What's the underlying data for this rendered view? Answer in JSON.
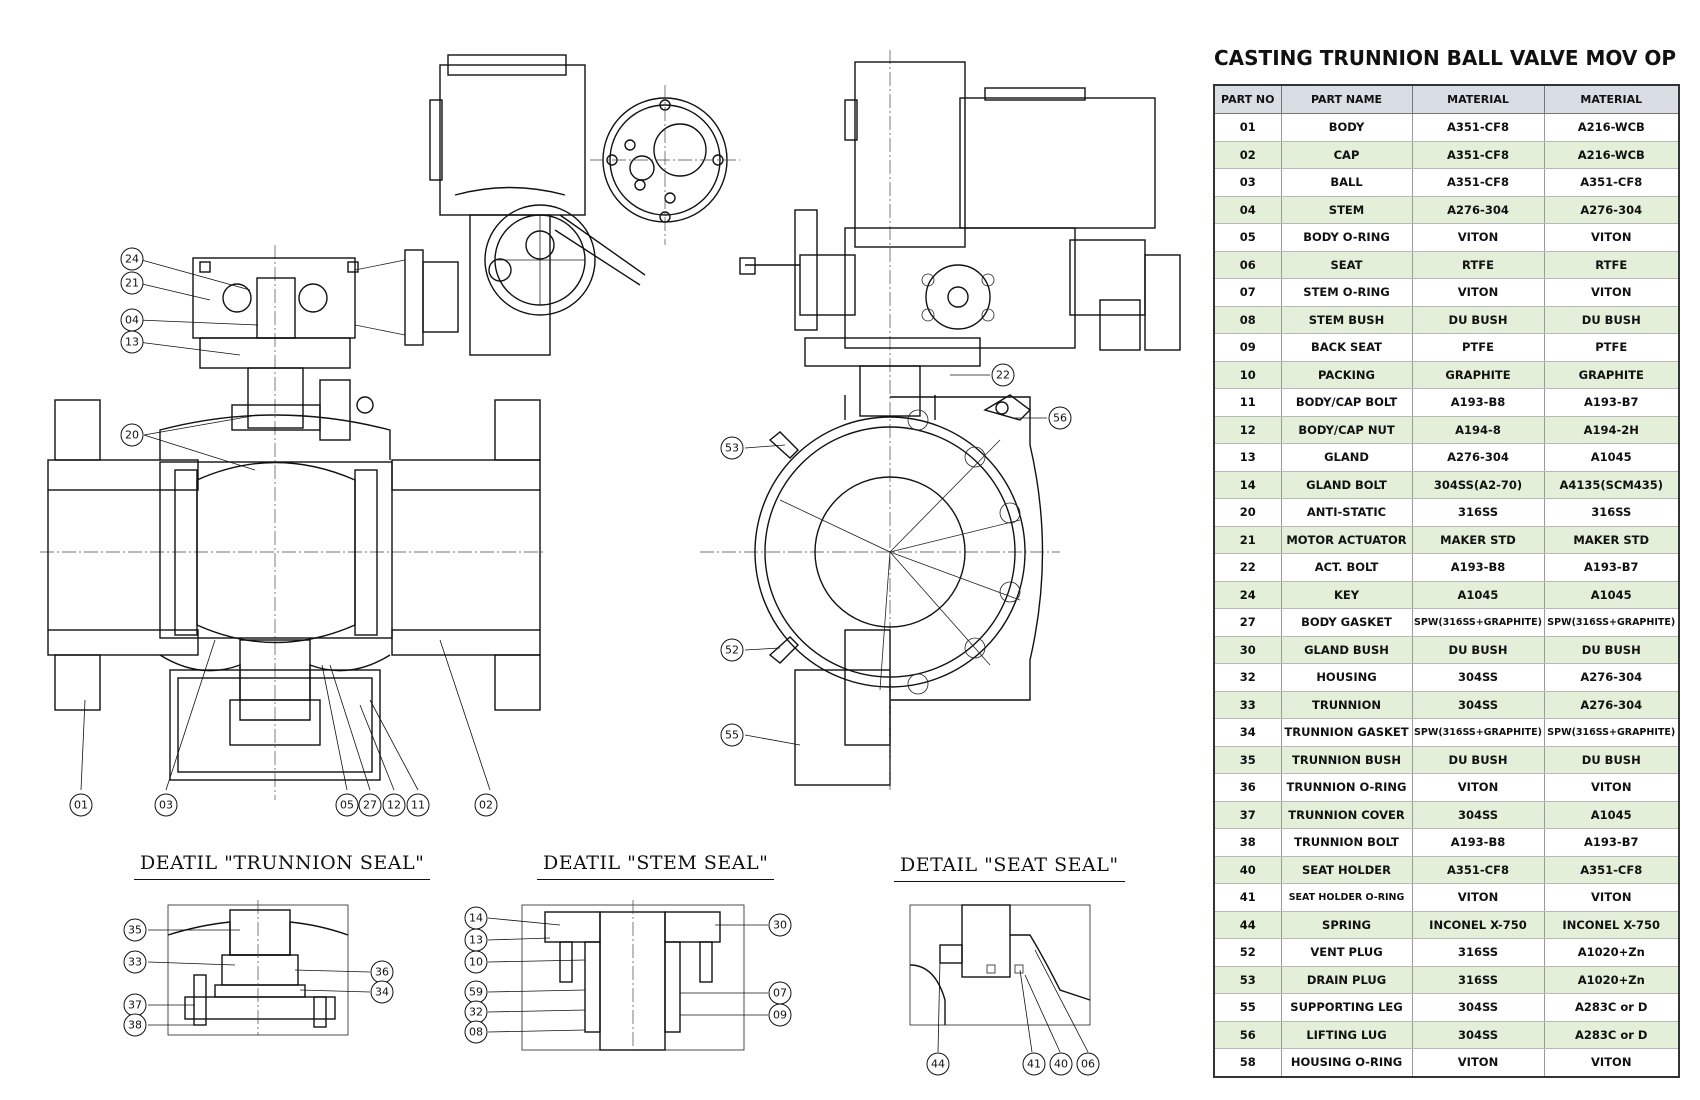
{
  "table_title": "CASTING TRUNNION BALL VALVE MOV OP",
  "headers": [
    "PART NO",
    "PART NAME",
    "MATERIAL",
    "MATERIAL"
  ],
  "parts": [
    [
      "01",
      "BODY",
      "A351-CF8",
      "A216-WCB"
    ],
    [
      "02",
      "CAP",
      "A351-CF8",
      "A216-WCB"
    ],
    [
      "03",
      "BALL",
      "A351-CF8",
      "A351-CF8"
    ],
    [
      "04",
      "STEM",
      "A276-304",
      "A276-304"
    ],
    [
      "05",
      "BODY O-RING",
      "VITON",
      "VITON"
    ],
    [
      "06",
      "SEAT",
      "RTFE",
      "RTFE"
    ],
    [
      "07",
      "STEM O-RING",
      "VITON",
      "VITON"
    ],
    [
      "08",
      "STEM BUSH",
      "DU BUSH",
      "DU BUSH"
    ],
    [
      "09",
      "BACK SEAT",
      "PTFE",
      "PTFE"
    ],
    [
      "10",
      "PACKING",
      "GRAPHITE",
      "GRAPHITE"
    ],
    [
      "11",
      "BODY/CAP BOLT",
      "A193-B8",
      "A193-B7"
    ],
    [
      "12",
      "BODY/CAP NUT",
      "A194-8",
      "A194-2H"
    ],
    [
      "13",
      "GLAND",
      "A276-304",
      "A1045"
    ],
    [
      "14",
      "GLAND BOLT",
      "304SS(A2-70)",
      "A4135(SCM435)"
    ],
    [
      "20",
      "ANTI-STATIC",
      "316SS",
      "316SS"
    ],
    [
      "21",
      "MOTOR ACTUATOR",
      "MAKER STD",
      "MAKER STD"
    ],
    [
      "22",
      "ACT. BOLT",
      "A193-B8",
      "A193-B7"
    ],
    [
      "24",
      "KEY",
      "A1045",
      "A1045"
    ],
    [
      "27",
      "BODY GASKET",
      "SPW(316SS+GRAPHITE)",
      "SPW(316SS+GRAPHITE)"
    ],
    [
      "30",
      "GLAND BUSH",
      "DU BUSH",
      "DU BUSH"
    ],
    [
      "32",
      "HOUSING",
      "304SS",
      "A276-304"
    ],
    [
      "33",
      "TRUNNION",
      "304SS",
      "A276-304"
    ],
    [
      "34",
      "TRUNNION GASKET",
      "SPW(316SS+GRAPHITE)",
      "SPW(316SS+GRAPHITE)"
    ],
    [
      "35",
      "TRUNNION BUSH",
      "DU BUSH",
      "DU BUSH"
    ],
    [
      "36",
      "TRUNNION O-RING",
      "VITON",
      "VITON"
    ],
    [
      "37",
      "TRUNNION COVER",
      "304SS",
      "A1045"
    ],
    [
      "38",
      "TRUNNION BOLT",
      "A193-B8",
      "A193-B7"
    ],
    [
      "40",
      "SEAT HOLDER",
      "A351-CF8",
      "A351-CF8"
    ],
    [
      "41",
      "SEAT HOLDER O-RING",
      "VITON",
      "VITON"
    ],
    [
      "44",
      "SPRING",
      "INCONEL X-750",
      "INCONEL X-750"
    ],
    [
      "52",
      "VENT PLUG",
      "316SS",
      "A1020+Zn"
    ],
    [
      "53",
      "DRAIN PLUG",
      "316SS",
      "A1020+Zn"
    ],
    [
      "55",
      "SUPPORTING LEG",
      "304SS",
      "A283C or D"
    ],
    [
      "56",
      "LIFTING LUG",
      "304SS",
      "A283C or D"
    ],
    [
      "58",
      "HOUSING O-RING",
      "VITON",
      "VITON"
    ]
  ],
  "detail_titles": {
    "trunnion": "DEATIL \"TRUNNION SEAL\"",
    "stem": "DEATIL \"STEM SEAL\"",
    "seat": "DETAIL \"SEAT SEAL\""
  },
  "callouts": {
    "front": [
      "24",
      "21",
      "04",
      "13",
      "20",
      "01",
      "03",
      "05",
      "27",
      "12",
      "11",
      "02"
    ],
    "side": [
      "22",
      "56",
      "53",
      "52",
      "55"
    ],
    "trunnion": [
      "35",
      "33",
      "37",
      "38",
      "36",
      "34"
    ],
    "stem": [
      "14",
      "13",
      "10",
      "59",
      "32",
      "08",
      "30",
      "07",
      "09"
    ],
    "seat": [
      "44",
      "41",
      "40",
      "06"
    ]
  }
}
